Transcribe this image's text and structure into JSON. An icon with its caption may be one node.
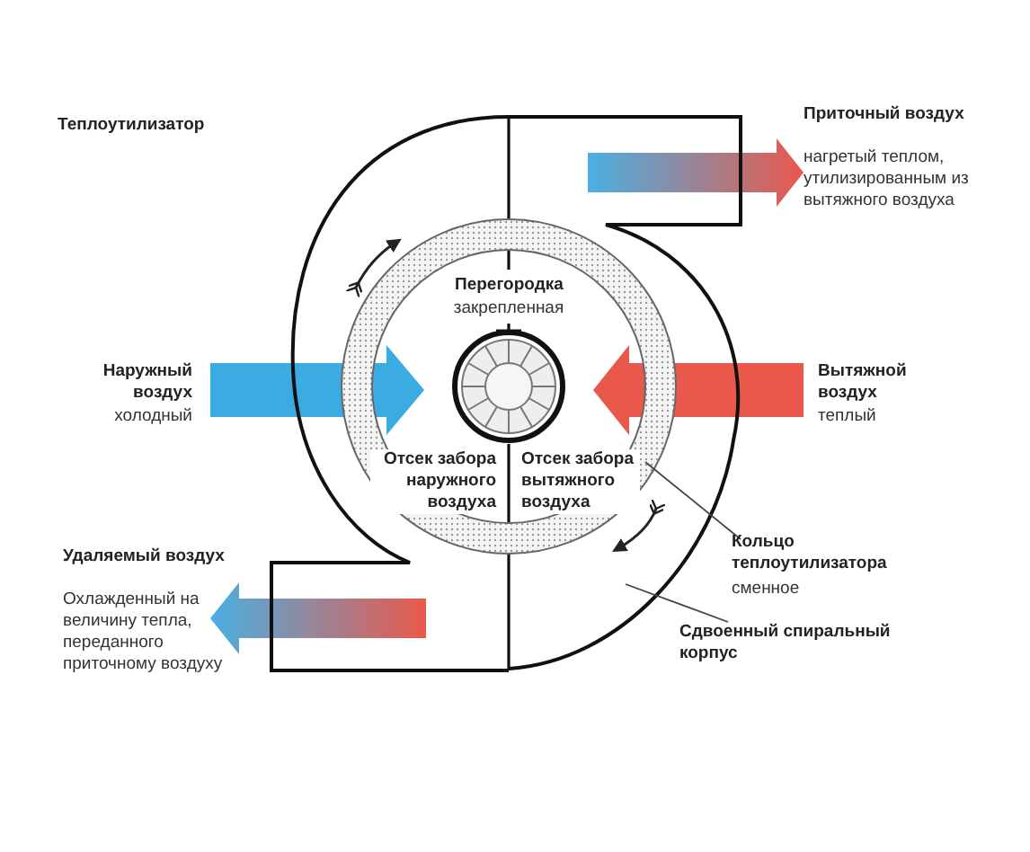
{
  "diagram": {
    "title": "Теплоутилизатор",
    "nodes": [
      {
        "text": [],
        "shape": "spiral"
      },
      {
        "text": [],
        "shape": "circle",
        "in": 0
      },
      {
        "text": [
          "Кольцо теплоутилизатора",
          "сменное"
        ]
      },
      {
        "text": [
          "Сдвоенный спиральный корпус"
        ]
      }
    ],
    "edges": [
      {
        "from": 2,
        "to": 1,
        "arrow": "none"
      },
      {
        "from": 3,
        "to": 0,
        "arrow": "none"
      }
    ],
    "labels": [
      "Приточный воздух",
      "нагретый теплом, утилизированным из вытяжного воздуха",
      "Перегородка",
      "закрепленная",
      "Наружный воздух",
      "холодный",
      "Вытяжной воздух",
      "теплый",
      "Отсек забора наружного воздуха",
      "Отсек забора вытяжного воздуха",
      "Удаляемый воздух",
      "Охлажденный на величину тепла, переданного приточному воздуху"
    ]
  }
}
